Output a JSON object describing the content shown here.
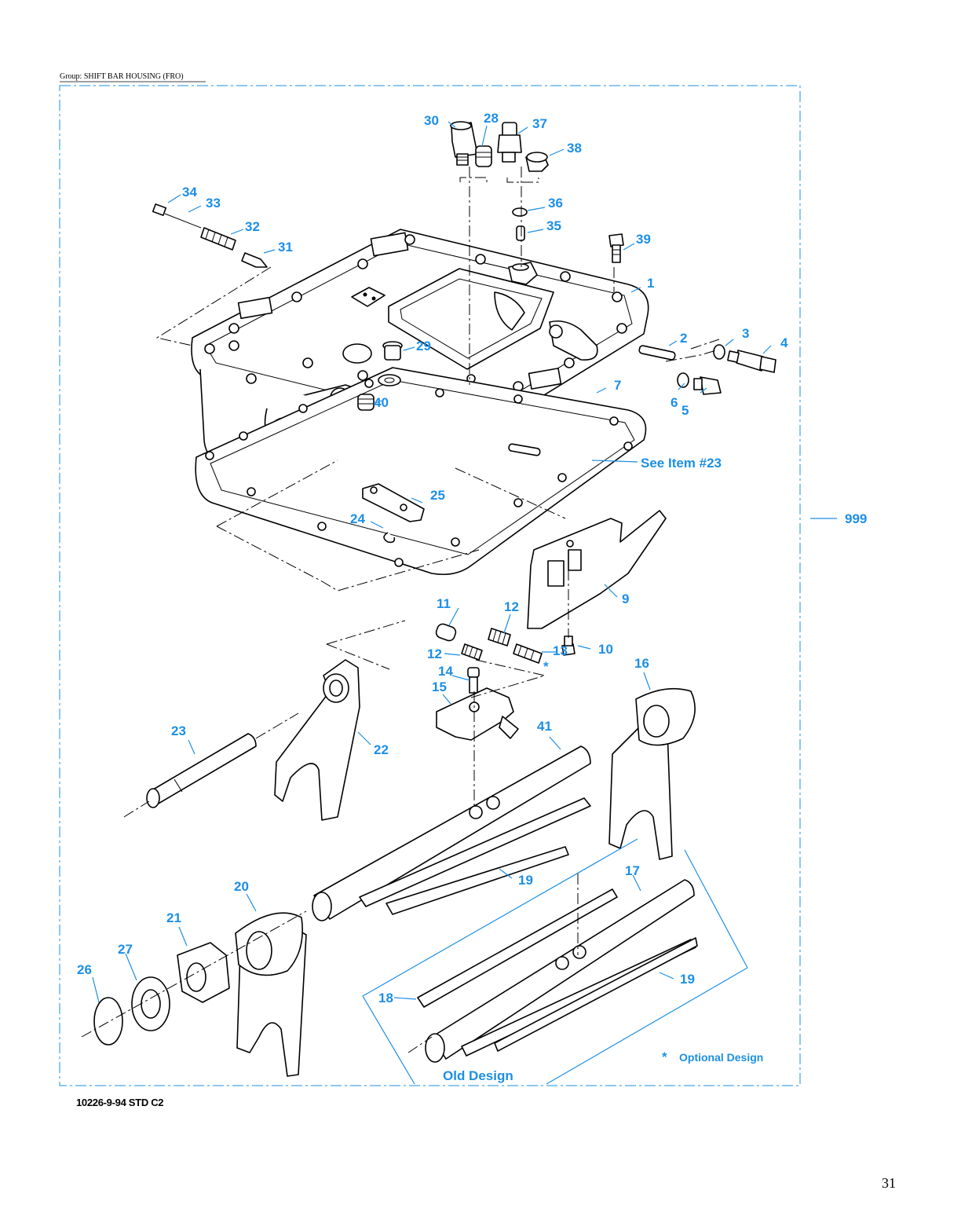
{
  "header": {
    "group_title": "Group: SHIFT BAR HOUSING (FRO)"
  },
  "footer": {
    "drawing_code": "10226-9-94 STD C2",
    "page_number": "31"
  },
  "callouts": {
    "c1": "1",
    "c2": "2",
    "c3": "3",
    "c4": "4",
    "c5": "5",
    "c6": "6",
    "c7": "7",
    "c9": "9",
    "c10": "10",
    "c11": "11",
    "c12a": "12",
    "c12b": "12",
    "c13": "13",
    "c14": "14",
    "c15": "15",
    "c16": "16",
    "c17": "17",
    "c18": "18",
    "c19a": "19",
    "c19b": "19",
    "c20": "20",
    "c21": "21",
    "c22": "22",
    "c23": "23",
    "c24": "24",
    "c25": "25",
    "c26": "26",
    "c27": "27",
    "c28": "28",
    "c29": "29",
    "c30": "30",
    "c31": "31",
    "c32": "32",
    "c33": "33",
    "c34": "34",
    "c35": "35",
    "c36": "36",
    "c37": "37",
    "c38": "38",
    "c39": "39",
    "c40": "40",
    "c41": "41",
    "c999": "999"
  },
  "notes": {
    "see_item": "See Item #23",
    "optional_star": "*",
    "optional_design": "Optional Design",
    "old_design": "Old Design",
    "star_13": "*"
  },
  "colors": {
    "callout": "#1c8fe6",
    "line": "#000000",
    "background": "#ffffff"
  }
}
